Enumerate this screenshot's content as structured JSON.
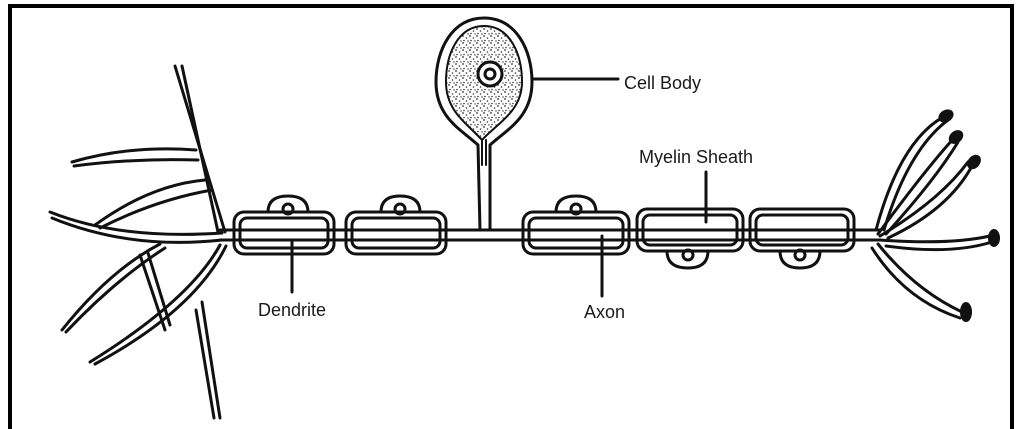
{
  "diagram": {
    "labels": {
      "cell_body": "Cell Body",
      "myelin_sheath": "Myelin Sheath",
      "dendrite": "Dendrite",
      "axon": "Axon"
    },
    "colors": {
      "line": "#111111",
      "nucleus_fill": "#ffffff",
      "cytoplasm_stipple": "#333333"
    }
  }
}
